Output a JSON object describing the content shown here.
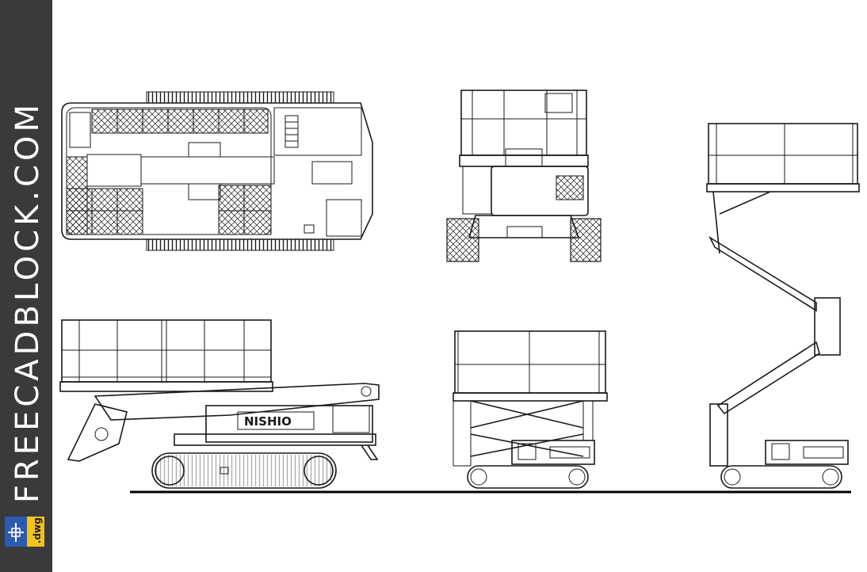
{
  "sidebar": {
    "brand_text": "FREECADBLOCK.COM",
    "badge_label": ".dwg",
    "colors": {
      "sidebar_bg": "#3a3a3a",
      "brand_text": "#ffffff",
      "badge_blue": "#2a5bb0",
      "badge_yellow": "#f2c31b"
    }
  },
  "drawing": {
    "machine_brand": "NISHIO",
    "views": [
      "top-view",
      "rear-view",
      "side-view-lowered",
      "front-view-lowered",
      "side-view-raised"
    ],
    "colors": {
      "line": "#1a1a1a",
      "background": "#ffffff"
    }
  }
}
